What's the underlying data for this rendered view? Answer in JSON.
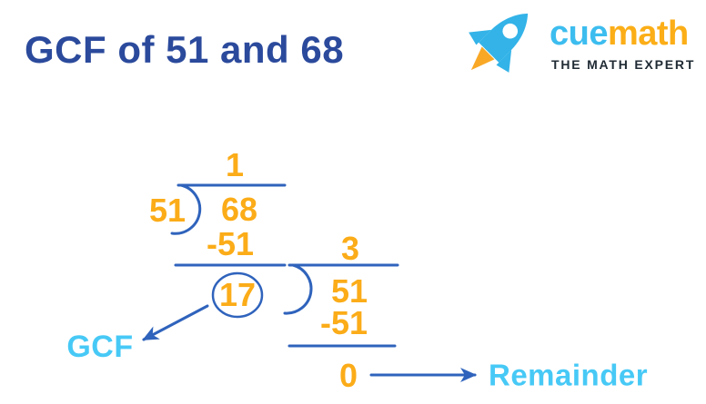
{
  "title": {
    "text": "GCF of 51 and 68",
    "color": "#2b4a9c"
  },
  "logo": {
    "brand_first": "cue",
    "brand_second": "math",
    "tagline": "THE MATH EXPERT",
    "colors": {
      "brand_first": "#3dbdef",
      "brand_second": "#fbae17",
      "tagline": "#1f2a33",
      "rocket_body": "#33b3e8",
      "rocket_flame": "#f9a826"
    }
  },
  "division": {
    "method": "long-division",
    "colors": {
      "numbers": "#fbac18",
      "lines": "#2f63bc",
      "labels": "#47c9f6"
    },
    "step1": {
      "quotient": "1",
      "divisor": "51",
      "dividend": "68",
      "subtraction": "-51"
    },
    "step2": {
      "quotient": "3",
      "dividend": "51",
      "subtraction": "-51",
      "remainder": "0"
    },
    "gcf_value": "17",
    "gcf_label": "GCF",
    "remainder_label": "Remainder"
  }
}
